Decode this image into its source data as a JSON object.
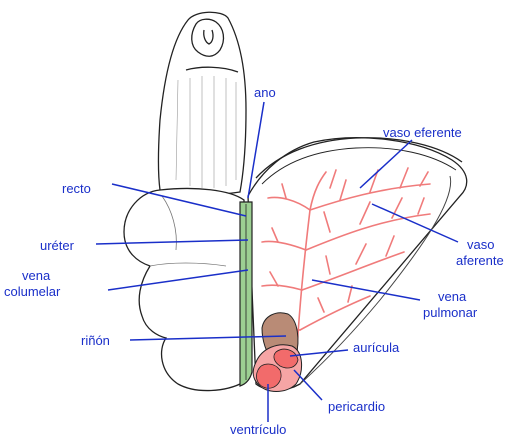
{
  "colors": {
    "label": "#1a2fc9",
    "leader": "#1a2fc9",
    "outline": "#222222",
    "vessels": "#f07b7b",
    "kidney": "#b98b76",
    "heart": "#f26b6b",
    "ureter": "#9ccf92"
  },
  "labels": {
    "ano": "ano",
    "vaso_eferente": "vaso eferente",
    "recto": "recto",
    "vaso_aferente_1": "vaso",
    "vaso_aferente_2": "aferente",
    "ureter": "uréter",
    "vena_columelar_1": "vena",
    "vena_columelar_2": "columelar",
    "vena_pulmonar_1": "vena",
    "vena_pulmonar_2": "pulmonar",
    "rinon": "riñón",
    "auricula": "aurícula",
    "pericardio": "pericardio",
    "ventriculo": "ventrículo"
  }
}
